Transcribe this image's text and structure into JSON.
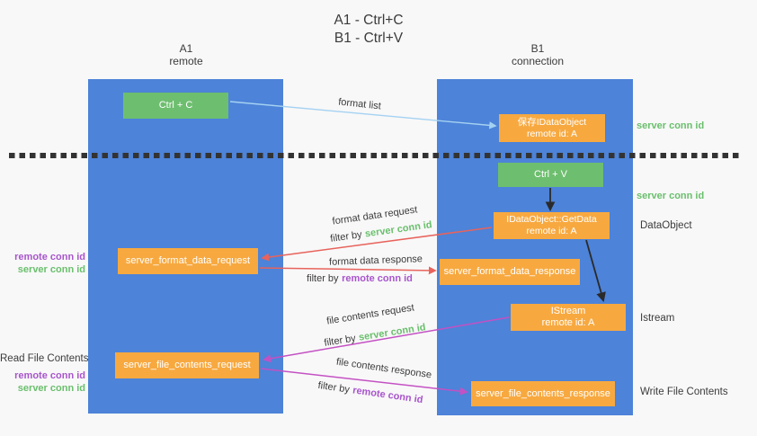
{
  "title": {
    "line1": "A1 - Ctrl+C",
    "line2": "B1 - Ctrl+V"
  },
  "lifelines": {
    "left": {
      "name": "A1",
      "role": "remote"
    },
    "right": {
      "name": "B1",
      "role": "connection"
    }
  },
  "boxes": {
    "ctrl_c": {
      "label": "Ctrl + C"
    },
    "save_idataobject": {
      "line1": "保存IDataObject",
      "line2": "remote id: A"
    },
    "ctrl_v": {
      "label": "Ctrl + V"
    },
    "getdata": {
      "line1": "IDataObject::GetData",
      "line2": "remote id: A"
    },
    "istream": {
      "line1": "IStream",
      "line2": "remote id: A"
    },
    "format_request": {
      "label": "server_format_data_request"
    },
    "format_response": {
      "label": "server_format_data_response"
    },
    "file_request": {
      "label": "server_file_contents_request"
    },
    "file_response": {
      "label": "server_file_contents_response"
    }
  },
  "flow_labels": {
    "format_list": "format list",
    "format_request": {
      "title": "format data request",
      "filter_prefix": "filter by",
      "filter_key": "server conn id"
    },
    "format_response": {
      "title": "format data response",
      "filter_prefix": "filter by",
      "filter_key": "remote conn id"
    },
    "file_request": {
      "title": "file contents request",
      "filter_prefix": "filter by",
      "filter_key": "server conn id"
    },
    "file_response": {
      "title": "file contents response",
      "filter_prefix": "filter by",
      "filter_key": "remote conn id"
    }
  },
  "side_labels": {
    "left": {
      "remote_conn_id_1": "remote conn id",
      "server_conn_id_1": "server conn id",
      "read_file_contents": "Read File Contents",
      "remote_conn_id_2": "remote conn id",
      "server_conn_id_2": "server conn id"
    },
    "right": {
      "server_conn_id_1": "server conn id",
      "server_conn_id_2": "server conn id",
      "dataobject": "DataObject",
      "istream": "Istream",
      "write_file_contents": "Write File Contents"
    }
  },
  "colors": {
    "background": "#f8f8f8",
    "lifeline_blue": "#4d83d8",
    "action_green": "#6ebe6f",
    "message_orange": "#f7a940",
    "conn_green_text": "#6abf6d",
    "conn_purple_text": "#a855cc",
    "arrow_red": "#e8635c",
    "arrow_magenta": "#c451c4",
    "arrow_lightblue": "#a5d2f2",
    "arrow_black": "#2a2a2a",
    "text_dark": "#3b3b3b"
  }
}
